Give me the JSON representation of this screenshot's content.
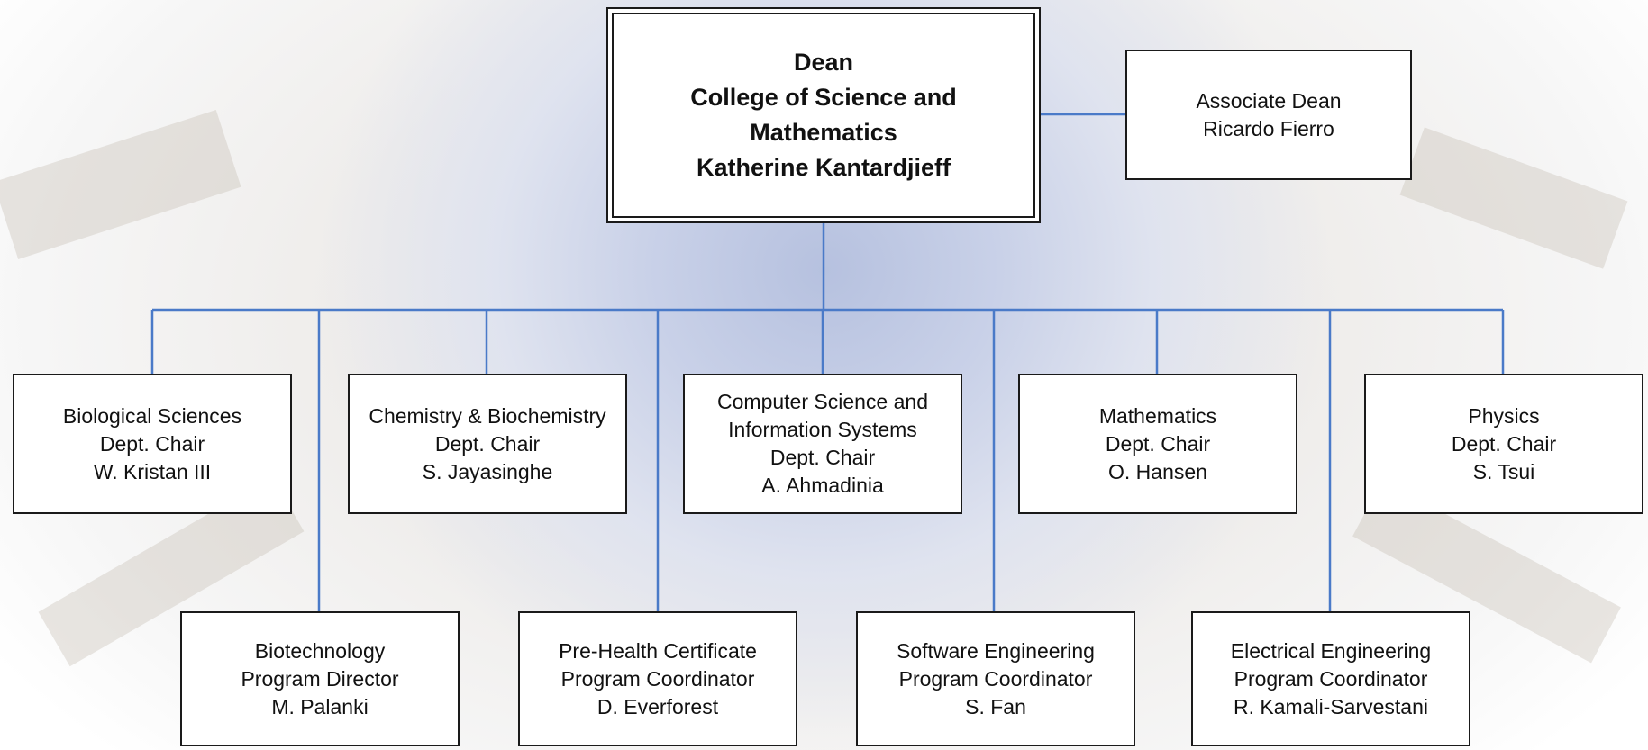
{
  "colors": {
    "connector": "#4a7ac8",
    "box_border": "#1a1a1a",
    "box_fill": "#ffffff"
  },
  "dean": {
    "title": "Dean",
    "college_line1": "College of Science and",
    "college_line2": "Mathematics",
    "name": "Katherine Kantardjieff"
  },
  "associate_dean": {
    "title": "Associate Dean",
    "name": "Ricardo Fierro"
  },
  "departments": [
    {
      "line1": "Biological Sciences",
      "line2": "Dept. Chair",
      "line3": "W. Kristan III"
    },
    {
      "line1": "Chemistry & Biochemistry",
      "line2": "Dept. Chair",
      "line3": "S. Jayasinghe"
    },
    {
      "line1": "Computer Science and",
      "line2": "Information Systems",
      "line3": "Dept. Chair",
      "line4": "A. Ahmadinia"
    },
    {
      "line1": "Mathematics",
      "line2": "Dept. Chair",
      "line3": "O. Hansen"
    },
    {
      "line1": "Physics",
      "line2": "Dept. Chair",
      "line3": "S. Tsui"
    }
  ],
  "programs": [
    {
      "line1": "Biotechnology",
      "line2": "Program Director",
      "line3": "M. Palanki"
    },
    {
      "line1": "Pre-Health Certificate",
      "line2": "Program Coordinator",
      "line3": "D. Everforest"
    },
    {
      "line1": "Software Engineering",
      "line2": "Program Coordinator",
      "line3": "S. Fan"
    },
    {
      "line1": "Electrical Engineering",
      "line2": "Program Coordinator",
      "line3": "R. Kamali-Sarvestani"
    }
  ]
}
